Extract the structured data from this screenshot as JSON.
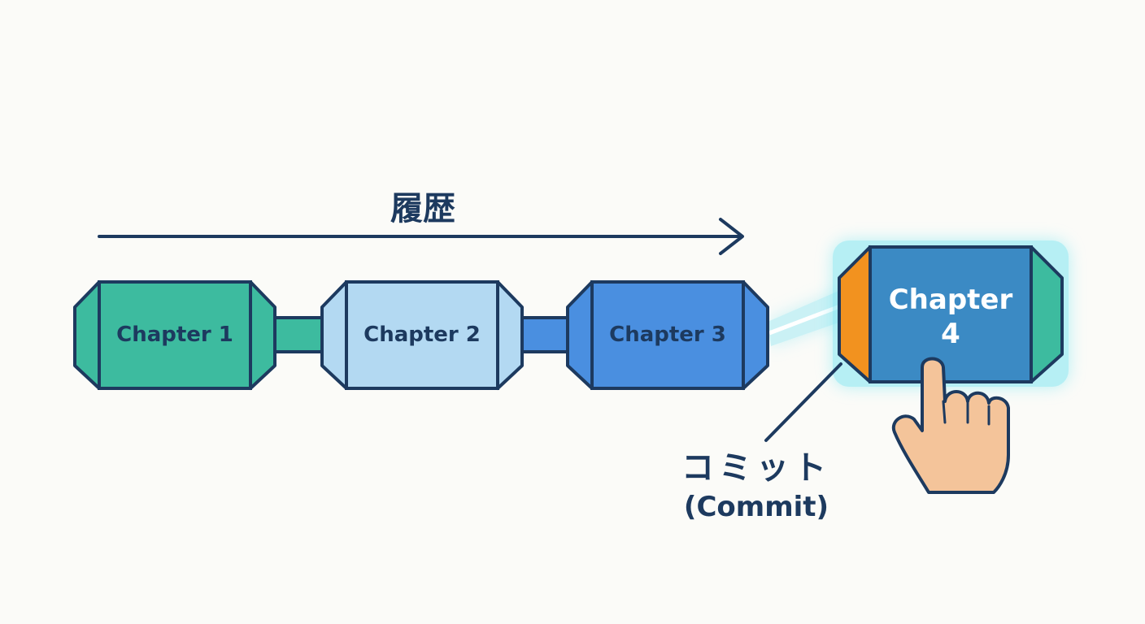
{
  "diagram": {
    "title": "履歴",
    "chapters": [
      {
        "label": "Chapter 1",
        "fill": "#3dbb9f",
        "cap_fill": "#3dbb9f"
      },
      {
        "label": "Chapter 2",
        "fill": "#b3d9f2",
        "cap_fill": "#b3d9f2"
      },
      {
        "label": "Chapter 3",
        "fill": "#4a8fe0",
        "cap_fill": "#4a8fe0"
      }
    ],
    "new_chapter": {
      "label_line1": "Chapter",
      "label_line2": "4",
      "fill": "#3b8ac4",
      "left_cap_fill": "#f2921f",
      "right_cap_fill": "#3dbb9f",
      "glow": "#7ee6f2"
    },
    "connectors": [
      {
        "fill": "#3dbb9f"
      },
      {
        "fill": "#4a8fe0"
      }
    ],
    "commit": {
      "label_jp": "コミット",
      "label_en": "(Commit)"
    },
    "colors": {
      "outline": "#1d3a5f",
      "text_dark": "#1d3a5f",
      "text_light": "#ffffff",
      "hand_fill": "#f4c49a"
    }
  }
}
